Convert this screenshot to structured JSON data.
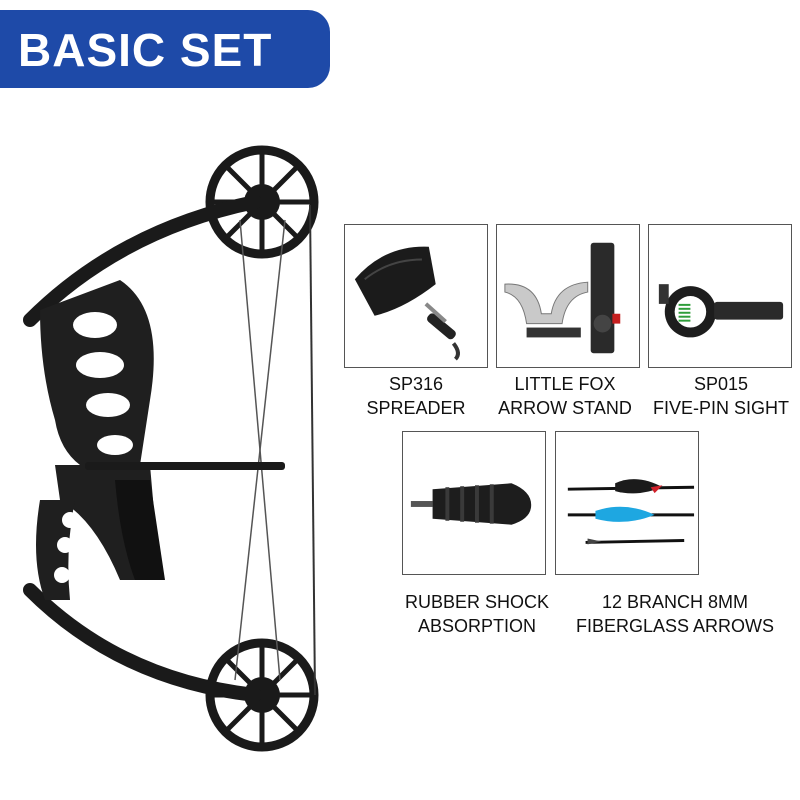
{
  "banner": {
    "title": "BASIC SET",
    "color": "#1e4aa8"
  },
  "items": [
    {
      "line1": "SP316",
      "line2": "SPREADER",
      "icon": "release-aid-icon"
    },
    {
      "line1": "LITTLE FOX",
      "line2": "ARROW STAND",
      "icon": "arrow-rest-icon"
    },
    {
      "line1": "SP015",
      "line2": "FIVE-PIN SIGHT",
      "icon": "bow-sight-icon"
    },
    {
      "line1": "RUBBER SHOCK",
      "line2": "ABSORPTION",
      "icon": "stabilizer-icon"
    },
    {
      "line1": "12 BRANCH 8MM",
      "line2": "FIBERGLASS ARROWS",
      "icon": "arrows-icon"
    }
  ],
  "accent_colors": {
    "arrow_blue": "#1ea7e1",
    "arrow_red": "#d0202a"
  }
}
